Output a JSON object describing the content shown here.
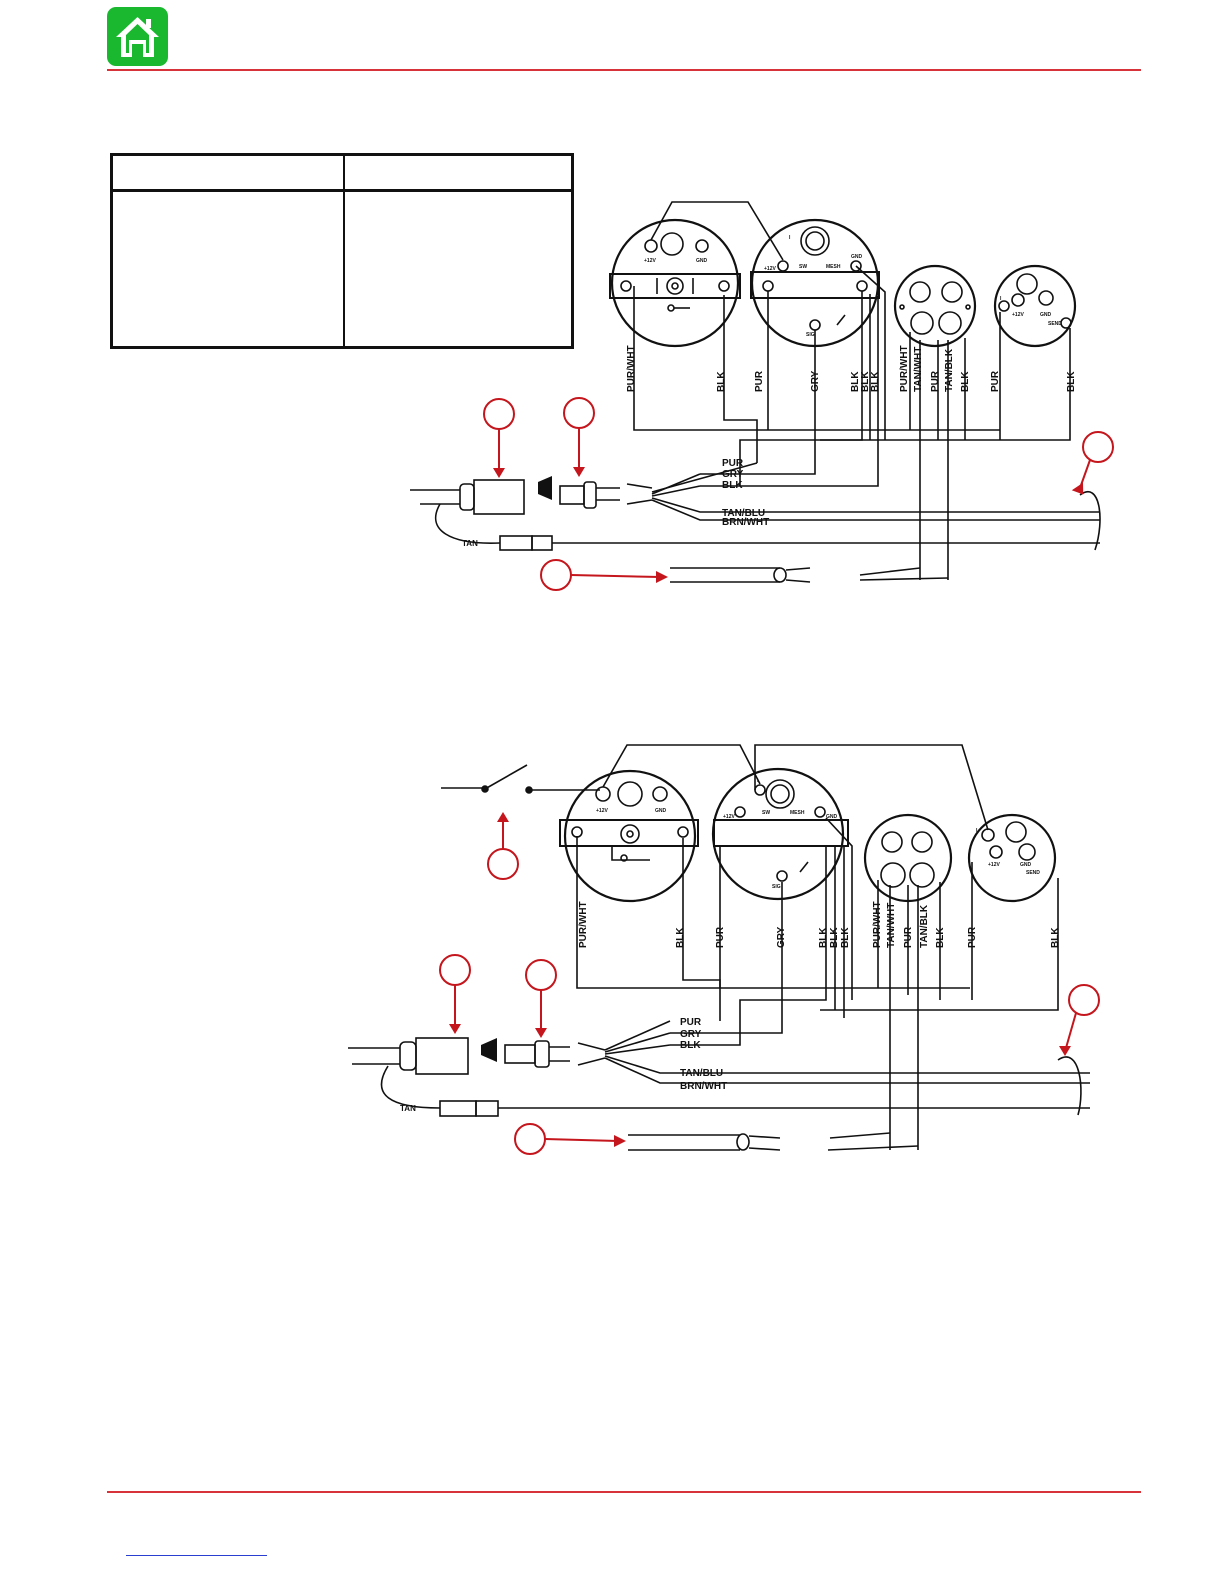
{
  "colors": {
    "home_bg": "#19b82f",
    "accent_rule": "#d6333a",
    "callout": "#c4161c",
    "ink": "#111111"
  },
  "header": {
    "home_icon": "home-icon"
  },
  "table": {
    "rows": 2,
    "columns": 2
  },
  "diagram_top": {
    "gauge_labels": {
      "g1_plus12v": "+12V",
      "g1_gnd": "GND",
      "g2_i": "I",
      "g2_sw": "SW",
      "g2_plus12v": "+12V",
      "g2_mesh": "MESH",
      "g2_gnd": "GND",
      "g2_sig": "SIG",
      "g4_i": "I",
      "g4_plus12v": "+12V",
      "g4_gnd": "GND",
      "g4_sender": "SEND"
    },
    "vertical_wires": [
      "PUR/WHT",
      "BLK",
      "PUR",
      "GRY",
      "BLK",
      "BLK",
      "BLK",
      "PUR/WHT",
      "TAN/WHT",
      "PUR",
      "TAN/BLK",
      "BLK",
      "PUR",
      "BLK"
    ],
    "harness_wires": [
      "PUR",
      "GRY",
      "BLK",
      "TAN/BLU",
      "BRN/WHT"
    ],
    "lead": "TAN"
  },
  "diagram_bottom": {
    "gauge_labels": {
      "g1_plus12v": "+12V",
      "g1_gnd": "GND",
      "g2_i": "I",
      "g2_plus12v": "+12V",
      "g2_sw": "SW",
      "g2_mesh": "MESH",
      "g2_gnd": "GND",
      "g2_sig": "SIG",
      "g4_i": "I",
      "g4_plus12v": "+12V",
      "g4_gnd": "GND",
      "g4_send": "SEND"
    },
    "vertical_wires": [
      "PUR/WHT",
      "BLK",
      "PUR",
      "GRY",
      "BLK",
      "BLK",
      "BLK",
      "PUR/WHT",
      "TAN/WHT",
      "PUR",
      "TAN/BLK",
      "BLK",
      "PUR",
      "BLK"
    ],
    "harness_wires": [
      "PUR",
      "GRY",
      "BLK",
      "TAN/BLU",
      "BRN/WHT"
    ],
    "lead": "TAN"
  }
}
